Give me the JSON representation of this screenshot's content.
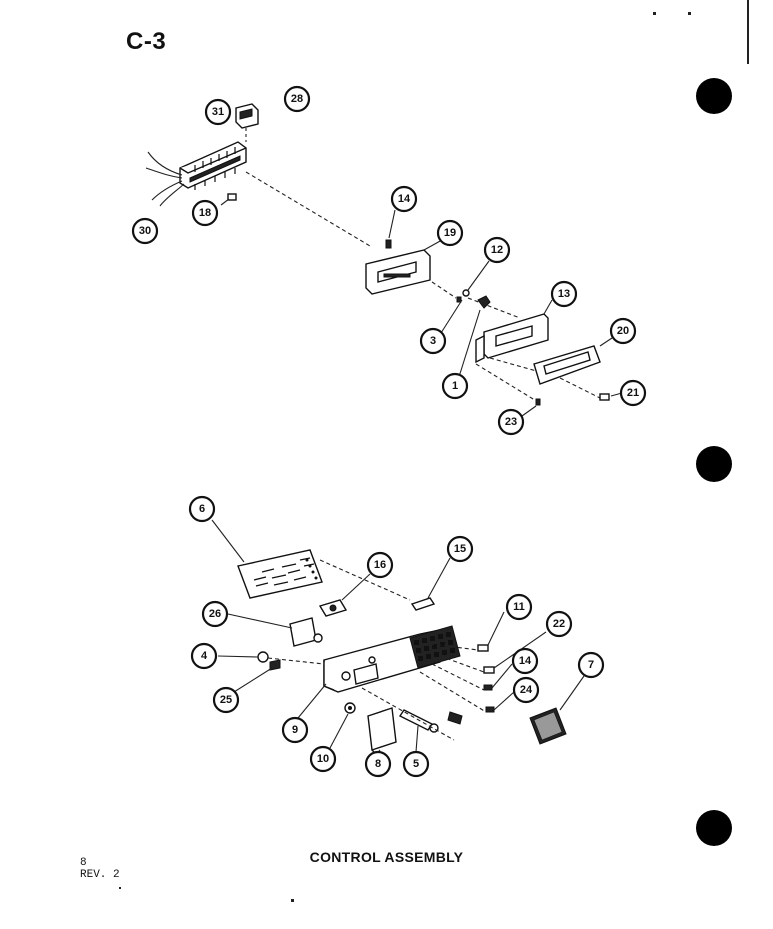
{
  "page_title": "C-3",
  "footer": {
    "title": "CONTROL ASSEMBLY",
    "page_number": "8",
    "revision": "REV. 2"
  },
  "callouts": {
    "upper": [
      "31",
      "28",
      "30",
      "18",
      "14",
      "19",
      "12",
      "3",
      "13",
      "20",
      "1",
      "23",
      "21"
    ],
    "lower": [
      "6",
      "16",
      "15",
      "26",
      "11",
      "22",
      "4",
      "14",
      "25",
      "24",
      "7",
      "9",
      "10",
      "8",
      "5"
    ]
  },
  "decor": {
    "punch_holes": [
      "punch-hole-top",
      "punch-hole-middle",
      "punch-hole-bottom"
    ],
    "line_color": "#111111"
  }
}
